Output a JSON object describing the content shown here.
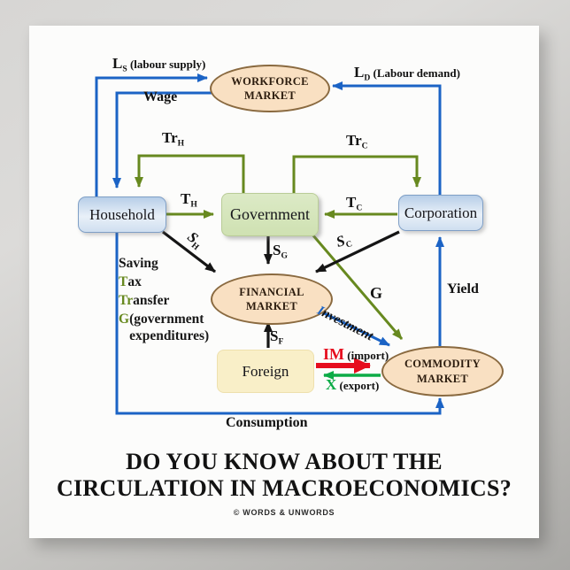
{
  "poster": {
    "title_line1": "DO YOU KNOW ABOUT THE",
    "title_line2": "CIRCULATION IN MACROECONOMICS?",
    "copyright": "© WORDS & UNWORDS"
  },
  "nodes": {
    "workforce_market": {
      "line1": "WORKFORCE",
      "line2": "MARKET"
    },
    "household": {
      "label": "Household"
    },
    "government": {
      "label": "Government"
    },
    "corporation": {
      "label": "Corporation"
    },
    "financial_market": {
      "line1": "FINANCIAL",
      "line2": "MARKET"
    },
    "foreign": {
      "label": "Foreign"
    },
    "commodity_market": {
      "line1": "COMMODITY",
      "line2": "MARKET"
    }
  },
  "labels": {
    "labour_supply": {
      "sym": "L",
      "sub": "S",
      "desc": " (labour supply)"
    },
    "labour_demand": {
      "sym": "L",
      "sub": "D",
      "desc": " (Labour demand)"
    },
    "wage": "Wage",
    "transfer_household": {
      "sym": "Tr",
      "sub": "H"
    },
    "transfer_corporation": {
      "sym": "Tr",
      "sub": "C"
    },
    "tax_household": {
      "sym": "T",
      "sub": "H"
    },
    "tax_corporation": {
      "sym": "T",
      "sub": "C"
    },
    "saving_household": {
      "sym": "S",
      "sub": "H"
    },
    "saving_government": {
      "sym": "S",
      "sub": "G"
    },
    "saving_corporation": {
      "sym": "S",
      "sub": "C"
    },
    "saving_foreign": {
      "sym": "S",
      "sub": "F"
    },
    "government_expenditures": "G",
    "yield": "Yield",
    "investment": {
      "initial": "I",
      "rest": "nvestment"
    },
    "import": {
      "sym": "IM",
      "desc": " (import)"
    },
    "export": {
      "sym": "X",
      "desc": " (export)"
    },
    "consumption": "Consumption"
  },
  "legend": {
    "items": [
      {
        "prefix": "S",
        "rest": "aving",
        "prefix_color": "#111111"
      },
      {
        "prefix": "T",
        "rest": "ax",
        "prefix_color": "#67891f"
      },
      {
        "prefix": "Tr",
        "rest": "ansfer",
        "prefix_color": "#67891f"
      },
      {
        "prefix": "G",
        "rest": "(government expenditures)",
        "prefix_color": "#67891f"
      }
    ]
  },
  "colors": {
    "blue": "#1b63c5",
    "olive": "#67891f",
    "black": "#151515",
    "red": "#e60d1e",
    "green": "#0cab46",
    "oval-fill": "#f9e0c2",
    "oval-border": "#8a6a40"
  }
}
